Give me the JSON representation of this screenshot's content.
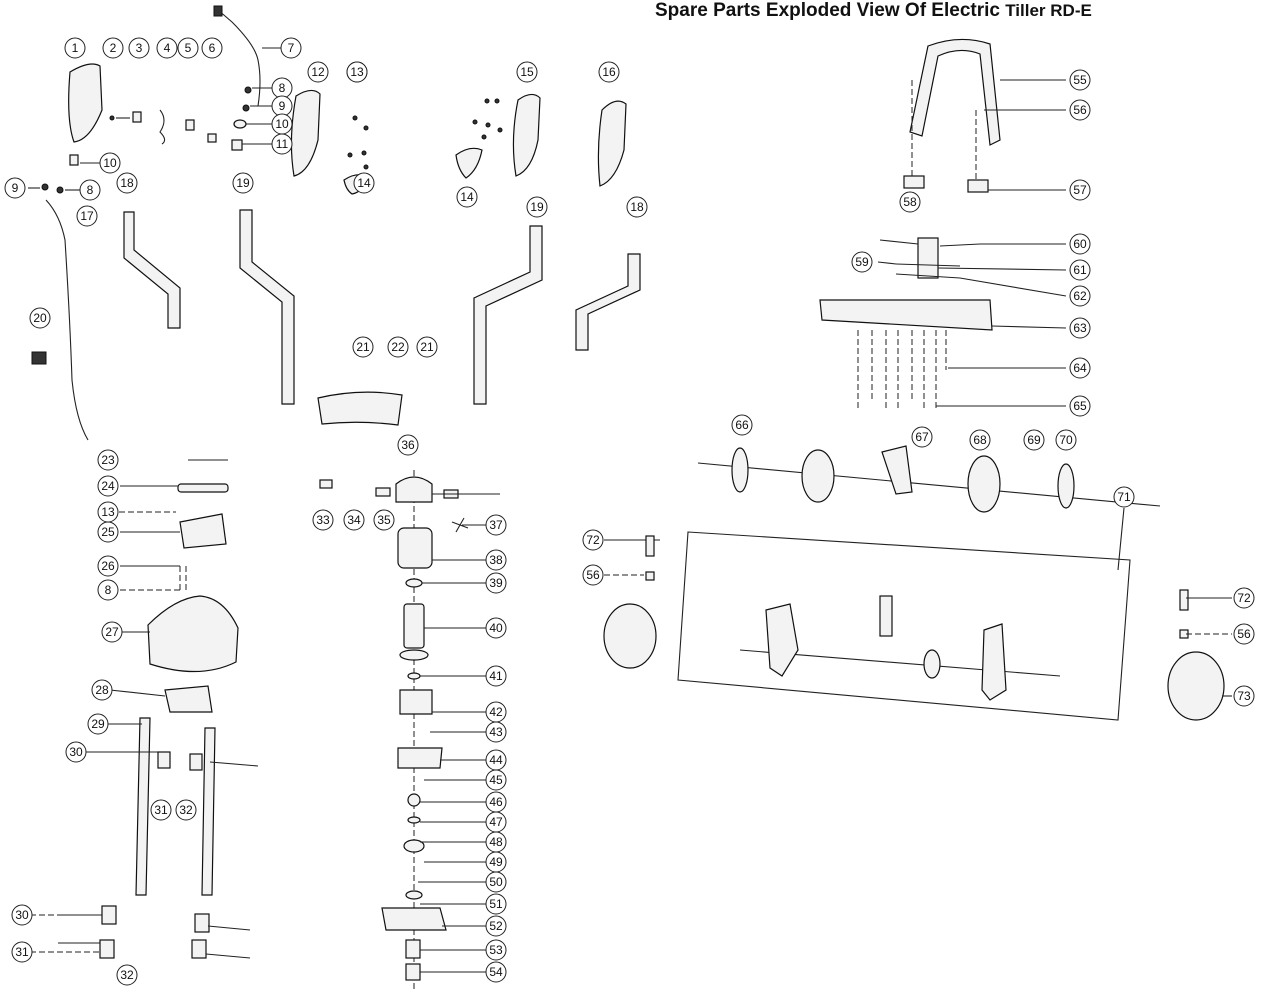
{
  "title": {
    "main": "Spare Parts Exploded View Of Electric",
    "suffix": "Tiller RD-E"
  },
  "callouts": [
    "1",
    "2",
    "3",
    "4",
    "5",
    "6",
    "7",
    "8",
    "9",
    "10",
    "11",
    "12",
    "13",
    "14",
    "15",
    "16",
    "17",
    "18",
    "19",
    "20",
    "21",
    "22",
    "23",
    "24",
    "25",
    "26",
    "27",
    "28",
    "29",
    "30",
    "31",
    "32",
    "33",
    "34",
    "35",
    "36",
    "37",
    "38",
    "39",
    "40",
    "41",
    "42",
    "43",
    "44",
    "45",
    "46",
    "47",
    "48",
    "49",
    "50",
    "51",
    "52",
    "53",
    "54",
    "55",
    "56",
    "57",
    "58",
    "59",
    "60",
    "61",
    "62",
    "63",
    "64",
    "65",
    "66",
    "67",
    "68",
    "69",
    "70",
    "71",
    "72",
    "73"
  ]
}
